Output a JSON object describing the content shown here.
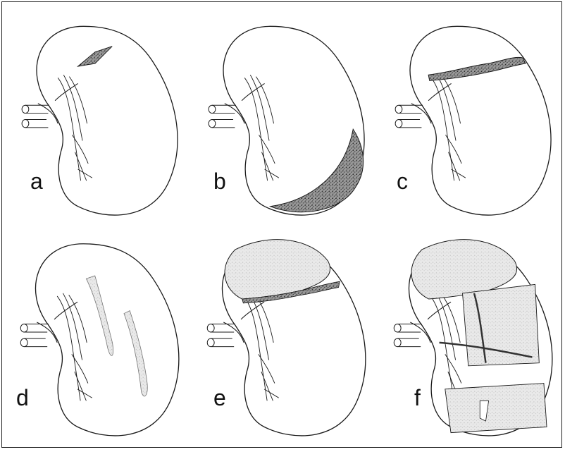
{
  "figure": {
    "panels": [
      {
        "id": "a",
        "label": "a"
      },
      {
        "id": "b",
        "label": "b"
      },
      {
        "id": "c",
        "label": "c"
      },
      {
        "id": "d",
        "label": "d"
      },
      {
        "id": "e",
        "label": "e"
      },
      {
        "id": "f",
        "label": "f"
      }
    ]
  },
  "colors": {
    "outline": "#1a1a1a",
    "blood_dark": "#3a3a3a",
    "blood_light": "#b8b8b8",
    "background": "#ffffff"
  }
}
